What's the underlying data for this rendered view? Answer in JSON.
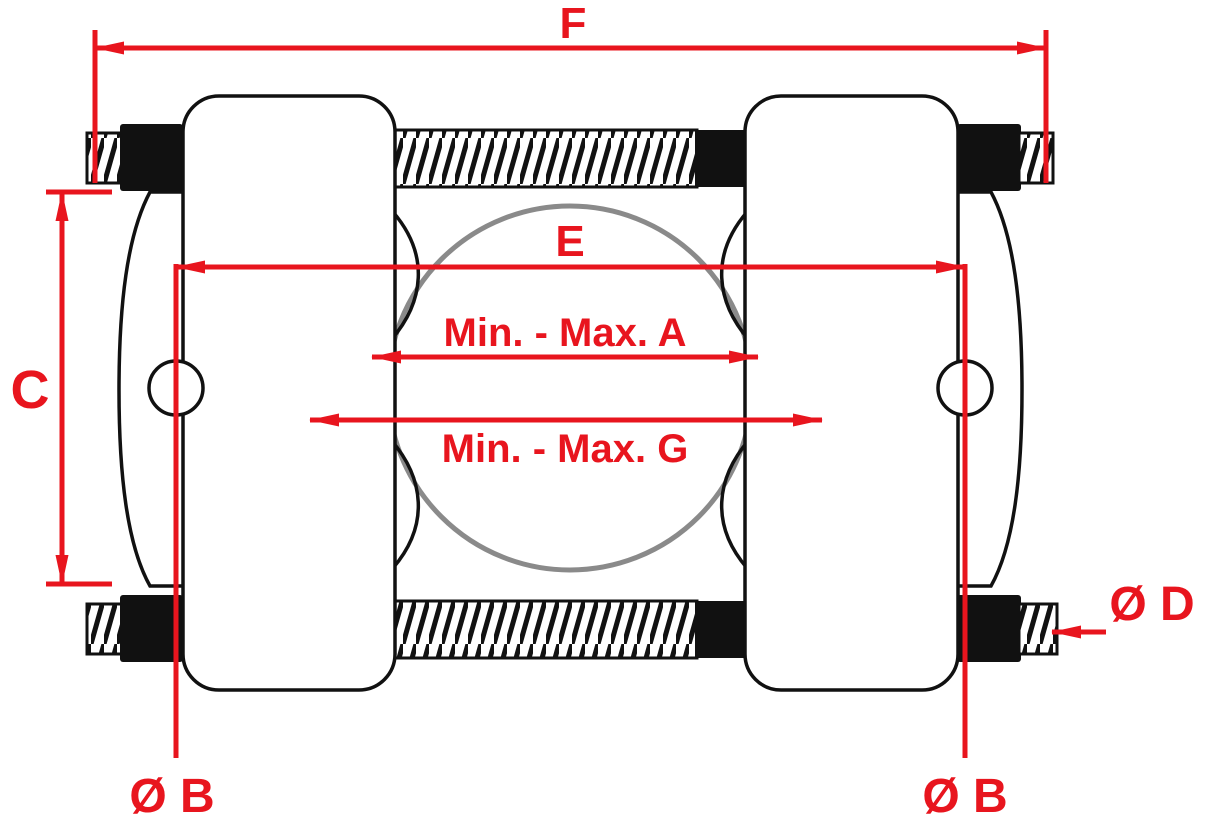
{
  "colors": {
    "dimension_red": "#e8151e",
    "line_black": "#111111",
    "bearing_gray": "#8a8a8a",
    "background": "#ffffff"
  },
  "labels": {
    "f": "F",
    "e": "E",
    "min_max_a": "Min. - Max. A",
    "min_max_g": "Min. - Max. G",
    "c": "C",
    "diameter_d": "Ø D",
    "diameter_b_left": "Ø B",
    "diameter_b_right": "Ø B"
  }
}
